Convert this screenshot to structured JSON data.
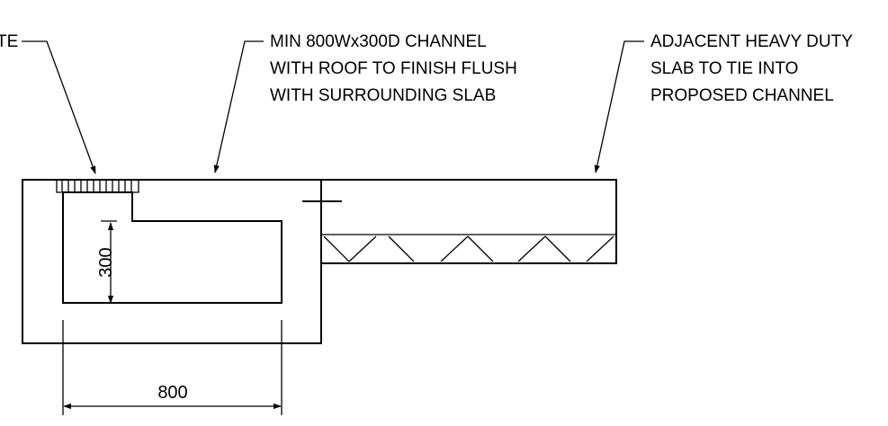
{
  "labels": {
    "grate": "TE",
    "channel": [
      "MIN 800Wx300D CHANNEL",
      "WITH ROOF TO FINISH FLUSH",
      "WITH SURROUNDING SLAB"
    ],
    "slab": [
      "ADJACENT HEAVY DUTY",
      "SLAB TO TIE INTO",
      "PROPOSED CHANNEL"
    ]
  },
  "dimensions": {
    "width": "800",
    "depth": "300"
  },
  "colors": {
    "line": "#000000",
    "background": "#ffffff"
  }
}
